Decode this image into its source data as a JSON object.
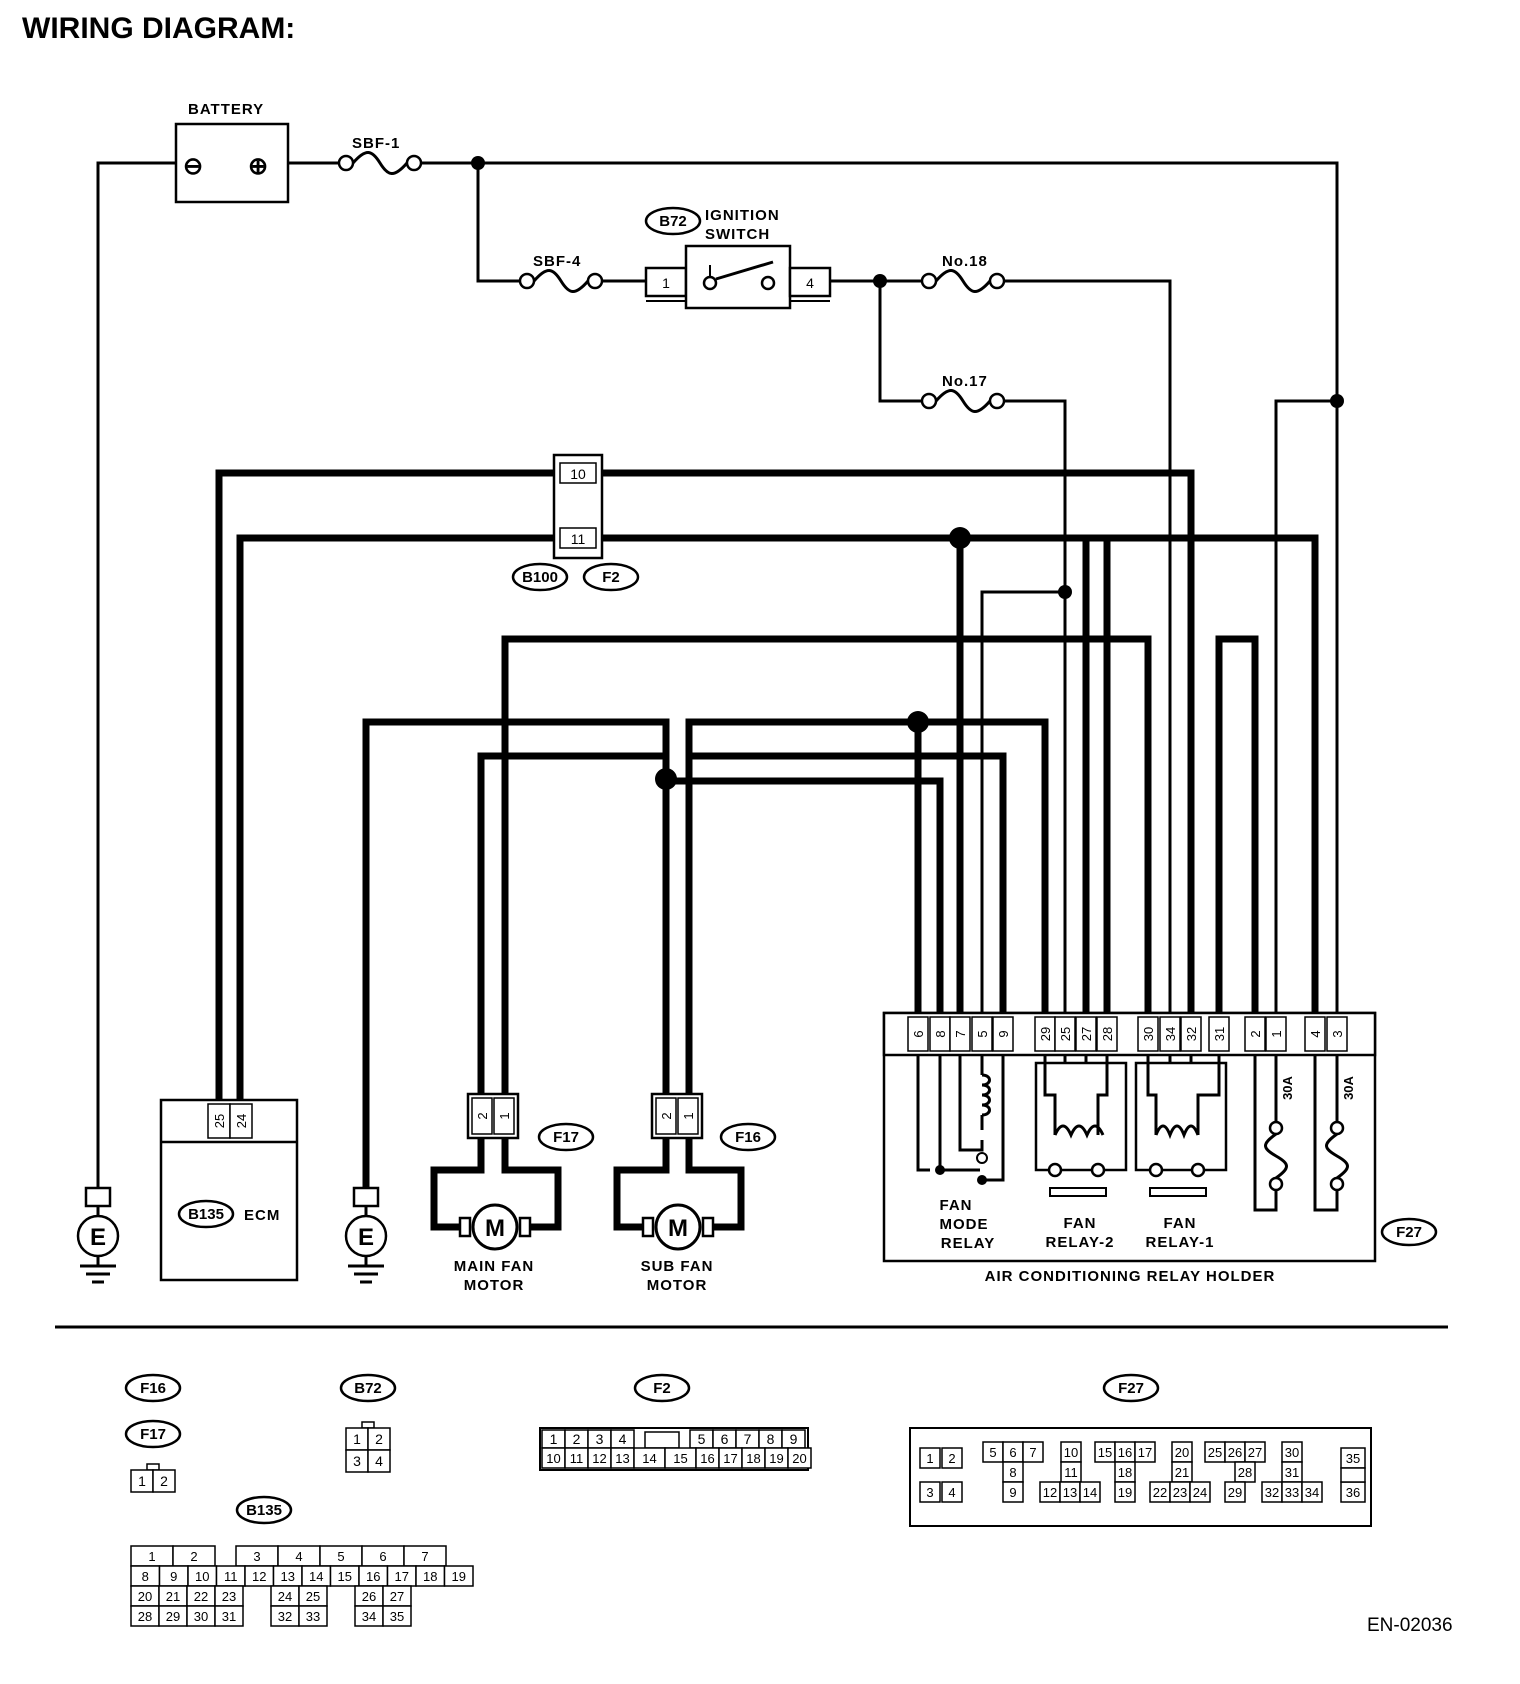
{
  "title": "WIRING DIAGRAM:",
  "battery": {
    "label": "BATTERY",
    "neg": "⊖",
    "pos": "⊕"
  },
  "fuses": {
    "sbf1": "SBF-1",
    "sbf4": "SBF-4",
    "no18": "No.18",
    "no17": "No.17",
    "f30a_1": "30A",
    "f30a_2": "30A"
  },
  "ignition": {
    "code": "B72",
    "label1": "IGNITION",
    "label2": "SWITCH",
    "pin_in": "1",
    "pin_out": "4"
  },
  "joint": {
    "pin_top": "10",
    "pin_bottom": "11",
    "code1": "B100",
    "code2": "F2"
  },
  "ecm": {
    "code": "B135",
    "label": "ECM",
    "pin1": "25",
    "pin2": "24"
  },
  "ground": {
    "symbol": "E"
  },
  "main_fan": {
    "code": "F17",
    "label1": "MAIN FAN",
    "label2": "MOTOR",
    "pin2": "2",
    "pin1": "1",
    "motor": "M"
  },
  "sub_fan": {
    "code": "F16",
    "label1": "SUB FAN",
    "label2": "MOTOR",
    "pin2": "2",
    "pin1": "1",
    "motor": "M"
  },
  "relay_holder": {
    "code": "F27",
    "label": "AIR CONDITIONING RELAY HOLDER",
    "pins": [
      "6",
      "8",
      "7",
      "5",
      "9",
      "29",
      "25",
      "27",
      "28",
      "30",
      "34",
      "32",
      "31",
      "2",
      "1",
      "4",
      "3"
    ],
    "fan_mode": [
      "FAN",
      "MODE",
      "RELAY"
    ],
    "relay2": [
      "FAN",
      "RELAY-2"
    ],
    "relay1": [
      "FAN",
      "RELAY-1"
    ]
  },
  "connectors": {
    "f16": "F16",
    "f17": "F17",
    "f16_f17_pins": [
      "1",
      "2"
    ],
    "b72": "B72",
    "b72_pins": [
      "1",
      "2",
      "3",
      "4"
    ],
    "b135": "B135",
    "b135_rows": [
      [
        "1",
        "2",
        "",
        "3",
        "4",
        "5",
        "6",
        "7"
      ],
      [
        "8",
        "9",
        "10",
        "11",
        "12",
        "13",
        "14",
        "15",
        "16",
        "17",
        "18",
        "19"
      ],
      [
        "20",
        "21",
        "22",
        "23",
        "24",
        "25",
        "26",
        "27"
      ],
      [
        "28",
        "29",
        "30",
        "31",
        "32",
        "33",
        "34",
        "35"
      ]
    ],
    "f2": "F2",
    "f2_rows": [
      [
        "1",
        "2",
        "3",
        "4",
        "5",
        "6",
        "7",
        "8",
        "9"
      ],
      [
        "10",
        "11",
        "12",
        "13",
        "14",
        "15",
        "16",
        "17",
        "18",
        "19",
        "20"
      ]
    ],
    "f27": "F27",
    "f27_pins": [
      "1",
      "2",
      "3",
      "4",
      "5",
      "6",
      "7",
      "8",
      "9",
      "10",
      "11",
      "12",
      "13",
      "14",
      "15",
      "16",
      "17",
      "18",
      "19",
      "20",
      "21",
      "22",
      "23",
      "24",
      "25",
      "26",
      "27",
      "28",
      "29",
      "30",
      "31",
      "32",
      "33",
      "34",
      "35",
      "36"
    ]
  },
  "doc_code": "EN-02036"
}
